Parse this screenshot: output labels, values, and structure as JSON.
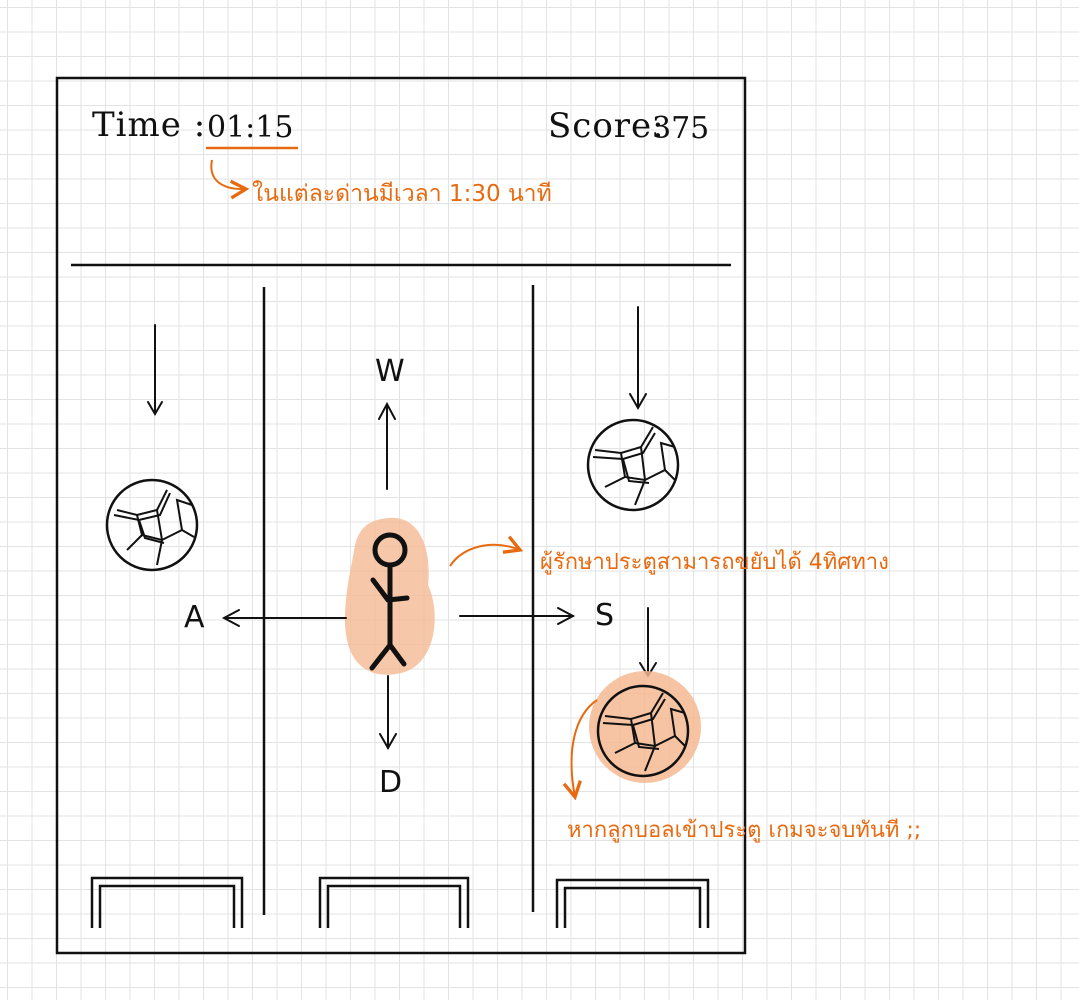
{
  "hud": {
    "time_label": "Time :",
    "time_value": "01:15",
    "score_label": "Score:",
    "score_value": "375"
  },
  "annotations": {
    "time_note": "ในแต่ละด่านมีเวลา 1:30 นาที",
    "keeper_note": "ผู้รักษาประตูสามารถขยับได้ 4ทิศทาง",
    "ball_note": "หากลูกบอลเข้าประตู เกมจะจบทันที ;;"
  },
  "controls": {
    "up_key": "W",
    "left_key": "A",
    "right_key": "S",
    "down_key": "D"
  },
  "colors": {
    "annotation": "#e86a10",
    "highlight": "#f4b993",
    "ink": "#111111",
    "grid": "#e3e3e3"
  },
  "icons": {
    "ball": "soccer-ball-icon",
    "goal": "goal-icon",
    "player": "stick-figure-keeper-icon"
  },
  "lanes": [
    "left",
    "center",
    "right"
  ]
}
